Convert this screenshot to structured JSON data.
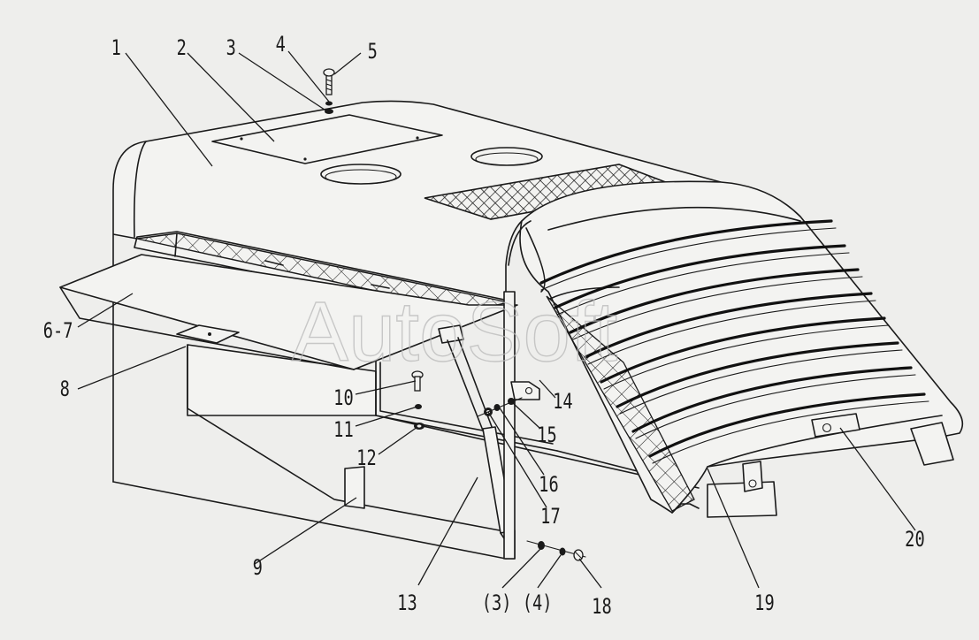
{
  "diagram": {
    "watermark": "AutoSoft",
    "callouts": {
      "c1": "1",
      "c2": "2",
      "c3": "3",
      "c4": "4",
      "c5": "5",
      "c6_7": "6-7",
      "c8": "8",
      "c9": "9",
      "c10": "10",
      "c11": "11",
      "c12": "12",
      "c13": "13",
      "c14": "14",
      "c15": "15",
      "c16": "16",
      "c17": "17",
      "c18": "18",
      "c19": "19",
      "c20": "20",
      "c3_ref": "(3)",
      "c4_ref": "(4)"
    }
  }
}
